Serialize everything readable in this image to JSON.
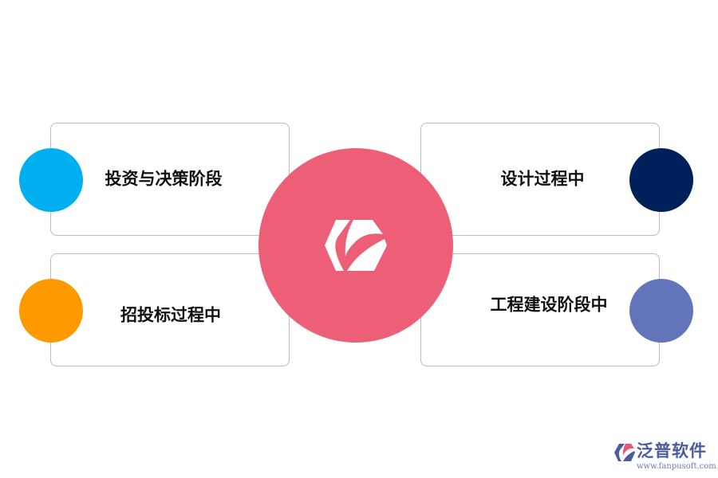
{
  "stages": [
    {
      "label": "投资与决策阶段",
      "color": "#00aff0"
    },
    {
      "label": "招投标过程中",
      "color": "#ff9900"
    },
    {
      "label": "设计过程中",
      "color": "#00205b"
    },
    {
      "label": "工程建设阶段中",
      "color": "#6275ba"
    }
  ],
  "center": {
    "color": "#ed5f77",
    "icon": "fanpu-logo-icon"
  },
  "brand": {
    "name": "泛普软件",
    "url": "www.fanpusoft.com"
  }
}
